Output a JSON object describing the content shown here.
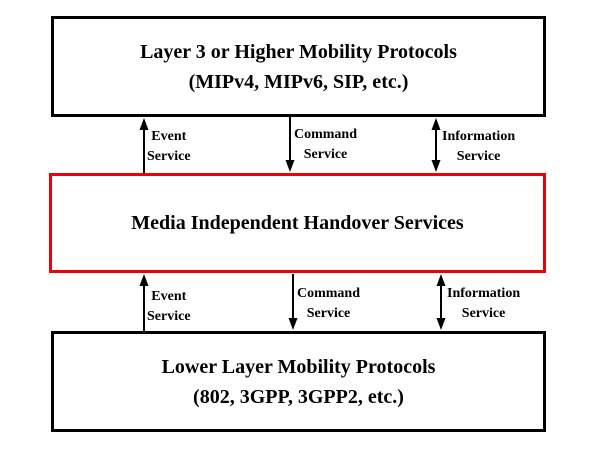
{
  "diagram": {
    "top_box": {
      "title": "Layer 3 or Higher Mobility Protocols",
      "subtitle": "(MIPv4, MIPv6, SIP, etc.)"
    },
    "middle_box": {
      "title": "Media Independent Handover Services"
    },
    "bottom_box": {
      "title": "Lower Layer Mobility Protocols",
      "subtitle": "(802, 3GPP, 3GPP2, etc.)"
    },
    "upper_links": {
      "event": {
        "line1": "Event",
        "line2": "Service"
      },
      "command": {
        "line1": "Command",
        "line2": "Service"
      },
      "information": {
        "line1": "Information",
        "line2": "Service"
      }
    },
    "lower_links": {
      "event": {
        "line1": "Event",
        "line2": "Service"
      },
      "command": {
        "line1": "Command",
        "line2": "Service"
      },
      "information": {
        "line1": "Information",
        "line2": "Service"
      }
    },
    "colors": {
      "box_border": "#000000",
      "mih_border": "#e8000b",
      "arrow": "#000000"
    }
  }
}
